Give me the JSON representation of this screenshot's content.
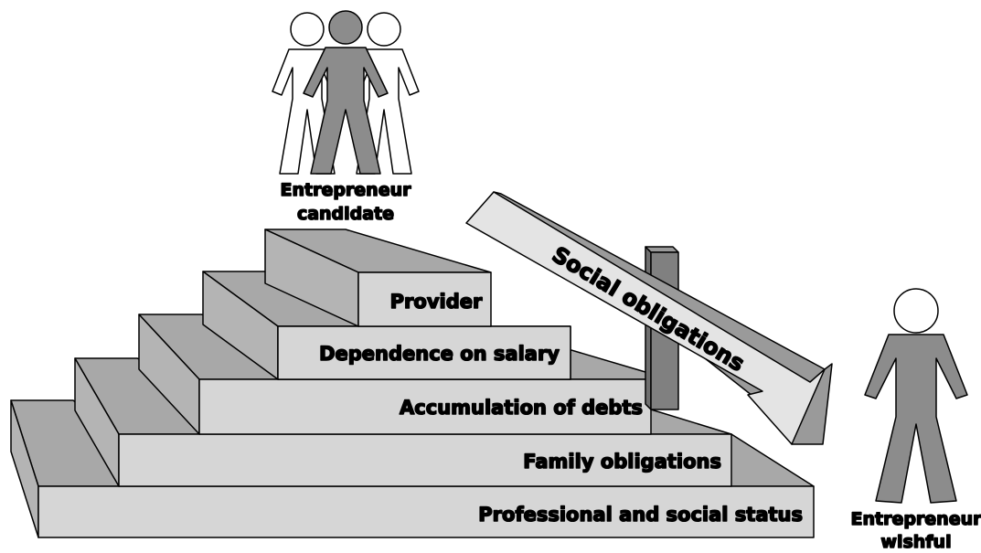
{
  "steps": [
    {
      "label": "Professional and social status"
    },
    {
      "label": "Family obligations"
    },
    {
      "label": "Accumulation of debts"
    },
    {
      "label": "Dependence on salary"
    },
    {
      "label": "Provider"
    }
  ],
  "arrow": {
    "label": "Social obligations"
  },
  "candidate": {
    "line1": "Entrepreneur",
    "line2": "candidate"
  },
  "wishful": {
    "line1": "Entrepreneur",
    "line2": "wishful"
  },
  "colors": {
    "front": "#d6d6d6",
    "top": "#a8a8a8",
    "side": "#8a8a8a",
    "figure_dark": "#8c8c8c",
    "figure_light": "#ffffff",
    "post": "#808080",
    "arrow_fill": "#e4e4e4"
  }
}
